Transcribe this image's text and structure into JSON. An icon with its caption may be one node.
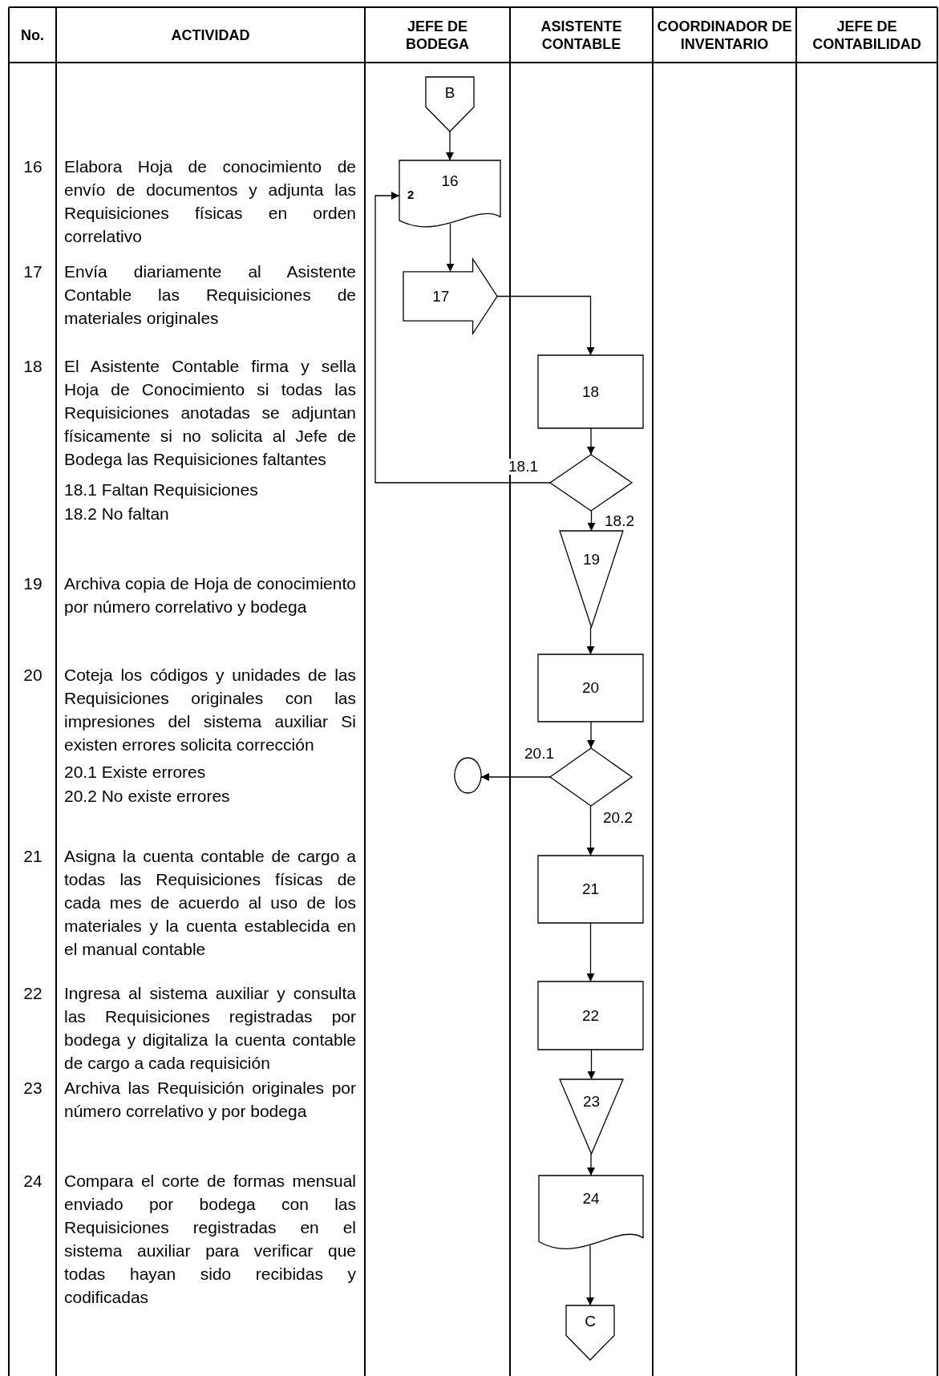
{
  "diagram": {
    "nodes": [
      {
        "text": [
          "B"
        ]
      },
      {
        "text": [
          "16",
          "2"
        ]
      },
      {
        "text": [
          "17"
        ]
      },
      {
        "text": [
          "18"
        ]
      },
      {
        "text": [],
        "shape": "diamond"
      },
      {
        "text": [
          "19"
        ]
      },
      {
        "text": [
          "20"
        ]
      },
      {
        "text": [],
        "shape": "circle"
      },
      {
        "text": [],
        "shape": "diamond"
      },
      {
        "text": [
          "21"
        ]
      },
      {
        "text": [
          "22"
        ]
      },
      {
        "text": [
          "23"
        ]
      },
      {
        "text": [
          "24"
        ]
      },
      {
        "text": [
          "C"
        ]
      }
    ],
    "edges": [
      {
        "from": 0,
        "to": 1,
        "arrow": "to"
      },
      {
        "from": 1,
        "to": 2,
        "arrow": "to"
      },
      {
        "from": 2,
        "to": 3,
        "arrow": "to"
      },
      {
        "from": 3,
        "to": 4,
        "arrow": "to"
      },
      {
        "from": 4,
        "to": 1,
        "arrow": "to",
        "label": "18.1"
      },
      {
        "from": 4,
        "to": 5,
        "arrow": "to",
        "label": "18.2"
      },
      {
        "from": 5,
        "to": 6,
        "arrow": "to"
      },
      {
        "from": 6,
        "to": 8,
        "arrow": "to"
      },
      {
        "from": 8,
        "to": 7,
        "arrow": "to",
        "label": "20.1"
      },
      {
        "from": 8,
        "to": 9,
        "arrow": "to",
        "label": "20.2"
      },
      {
        "from": 9,
        "to": 10,
        "arrow": "to"
      },
      {
        "from": 10,
        "to": 11,
        "arrow": "to"
      },
      {
        "from": 11,
        "to": 12,
        "arrow": "to"
      },
      {
        "from": 12,
        "to": 13,
        "arrow": "to"
      }
    ],
    "labels": [
      "No.",
      "ACTIVIDAD",
      "JEFE DE BODEGA",
      "ASISTENTE CONTABLE",
      "COORDINADOR DE INVENTARIO",
      "JEFE DE CONTABILIDAD",
      "16",
      "Elabora Hoja de conocimiento de envío de documentos y adjunta las Requisiciones físicas en orden correlativo",
      "17",
      "Envía diariamente al Asistente Contable las Requisiciones de materiales originales",
      "18",
      "El Asistente Contable firma y sella Hoja de Conocimiento si todas las Requisiciones anotadas se adjuntan físicamente si no solicita al Jefe de Bodega las Requisiciones faltantes",
      "18.1 Faltan Requisiciones",
      "18.2 No faltan",
      "19",
      "Archiva copia de Hoja de conocimiento por número correlativo y bodega",
      "20",
      "Coteja los códigos y unidades de las Requisiciones originales con las impresiones del sistema auxiliar Si existen errores solicita corrección",
      "20.1 Existe errores",
      "20.2 No existe errores",
      "21",
      "Asigna la cuenta contable de cargo a todas las Requisiciones físicas de cada mes de acuerdo al uso de los materiales y la cuenta establecida en el manual contable",
      "22",
      "Ingresa al sistema auxiliar y consulta las Requisiciones registradas por bodega y digitaliza la cuenta contable de cargo a cada requisición",
      "23",
      "Archiva las Requisición originales por número correlativo y por bodega",
      "24",
      "Compara el corte de formas mensual enviado por bodega con las Requisiciones registradas en el sistema auxiliar para verificar que todas hayan sido recibidas y codificadas"
    ]
  }
}
